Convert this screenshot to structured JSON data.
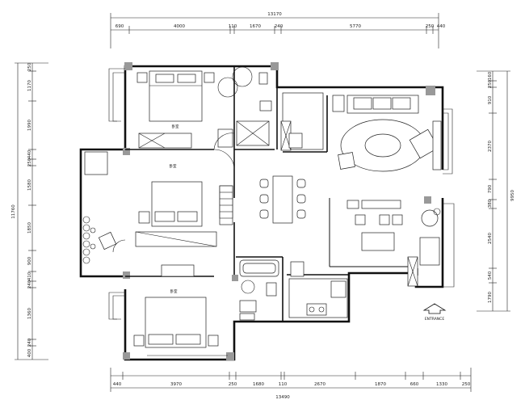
{
  "dimensions": {
    "top_total": "13170",
    "top_segments": [
      "690",
      "4000",
      "110",
      "1670",
      "240",
      "5770",
      "250",
      "440"
    ],
    "bottom_total": "13490",
    "bottom_segments": [
      "440",
      "3970",
      "250",
      "1680",
      "110",
      "2670",
      "1870",
      "660",
      "1330",
      "250"
    ],
    "left_total": "11760",
    "left_segments": [
      "250",
      "1170",
      "1990",
      "440",
      "250",
      "1580",
      "1850",
      "900",
      "410",
      "240",
      "1360",
      "240",
      "400"
    ],
    "right_total": "9950",
    "right_segments": [
      "160",
      "250",
      "910",
      "2370",
      "790",
      "380",
      "2540",
      "540",
      "1790"
    ]
  },
  "labels": {
    "entrance": "ENTRANCE"
  }
}
